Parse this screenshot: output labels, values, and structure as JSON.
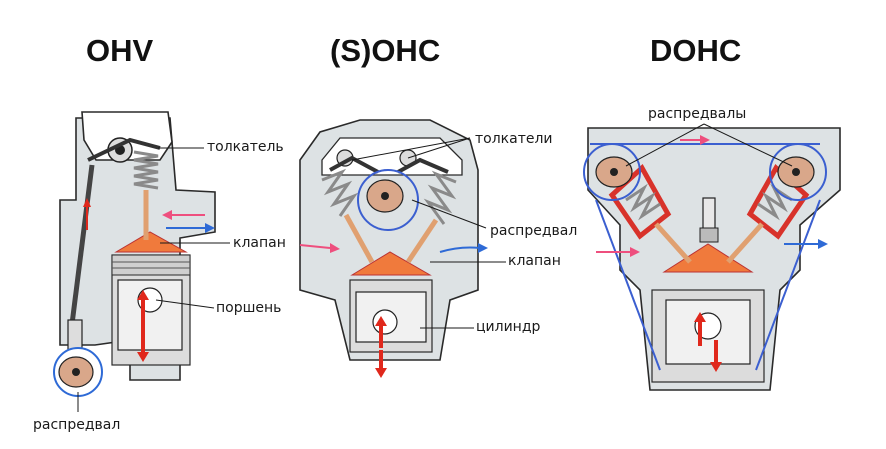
{
  "titles": {
    "ohv": "OHV",
    "sohc": "(S)OHC",
    "dohc": "DOHC"
  },
  "labels": {
    "ohv": {
      "pushrod": "толкатель",
      "valve": "клапан",
      "piston": "поршень",
      "camshaft": "распредвал"
    },
    "sohc": {
      "pushrods": "толкатели",
      "camshaft": "распредвал",
      "valve": "клапан",
      "cylinder": "цилиндр"
    },
    "dohc": {
      "camshafts": "распредвалы"
    }
  },
  "colors": {
    "block_fill": "#dde2e4",
    "block_stroke": "#2a2a2a",
    "spring": "#9a9a9a",
    "combustion": "#f07a3c",
    "piston": "#f1f1f1",
    "cam": "#d9a78a",
    "intake_arrow": "#ee4f7e",
    "exhaust_arrow": "#2e6ad6",
    "motion_arrow": "#e0281c",
    "dohc_frame": "#d8322a",
    "belt": "#3b5fd0",
    "leader": "#1a1a1a"
  }
}
